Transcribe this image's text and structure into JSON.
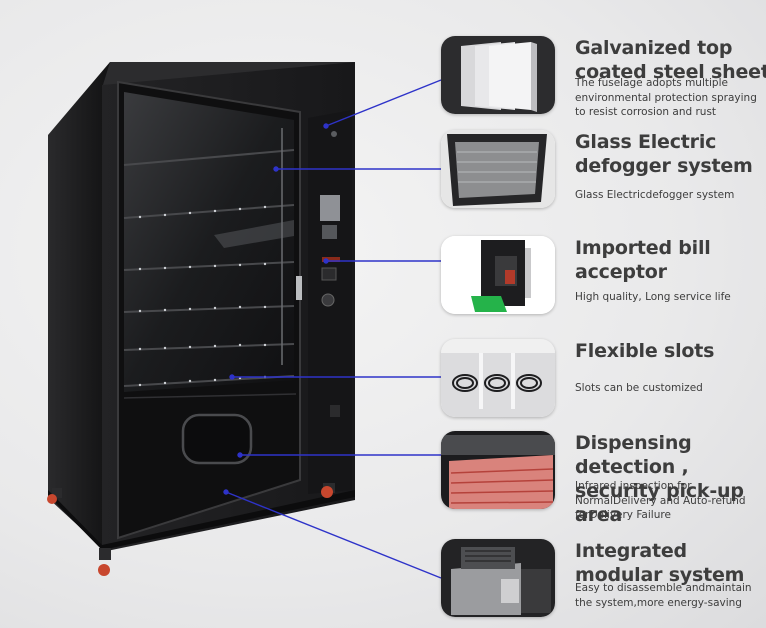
{
  "features": [
    {
      "title": "Galvanized top coated steel sheet",
      "description": "The fuselage adopts multiple environmental protection spraying to resist corrosion and rust",
      "icon": "steel-sheet-icon"
    },
    {
      "title": "Glass Electric defogger system",
      "description": "Glass Electricdefogger system",
      "icon": "glass-door-icon"
    },
    {
      "title": "Imported bill acceptor",
      "description": "High quality, Long service life",
      "icon": "bill-acceptor-icon"
    },
    {
      "title": "Flexible slots",
      "description": "Slots can be customized",
      "icon": "spiral-slots-icon"
    },
    {
      "title": "Dispensing detection , security pick-up area",
      "description": "Infrared inspection for NormalDelivery and Auto-refund forDelivery Failure",
      "icon": "infrared-sensor-icon"
    },
    {
      "title": "Integrated modular system",
      "description": "Easy to disassemble andmaintain the system,more energy-saving",
      "icon": "cooling-module-icon"
    }
  ],
  "colors": {
    "callout_line": "#2e33c9",
    "cabinet": "#1c1c1e",
    "title_text": "#3d3d3d",
    "background": "#e9e9ea"
  }
}
